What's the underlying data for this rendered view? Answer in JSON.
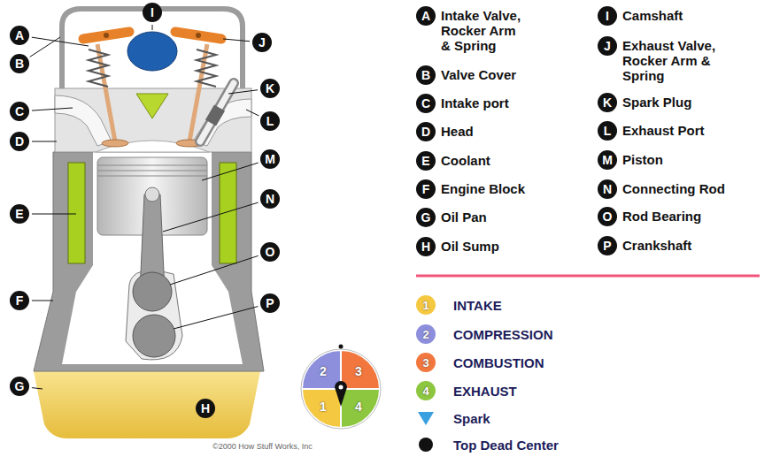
{
  "diagram": {
    "labels": [
      "A",
      "B",
      "C",
      "D",
      "E",
      "F",
      "G",
      "H",
      "I",
      "J",
      "K",
      "L",
      "M",
      "N",
      "O",
      "P",
      "A",
      "Intake Valve, Rocker Arm & Spring",
      "B",
      "Valve Cover",
      "C",
      "Intake port",
      "D",
      "Head",
      "E",
      "Coolant",
      "F",
      "Engine Block",
      "G",
      "Oil Pan",
      "H",
      "Oil Sump",
      "I",
      "Camshaft",
      "J",
      "Exhaust Valve, Rocker Arm & Spring",
      "K",
      "Spark Plug",
      "L",
      "Exhaust Port",
      "M",
      "Piston",
      "N",
      "Connecting Rod",
      "O",
      "Rod Bearing",
      "P",
      "Crankshaft",
      "2",
      "3",
      "4",
      "1",
      "1",
      "2",
      "3",
      "4",
      "©2000 How Stuff Works, Inc"
    ],
    "legend": [
      {
        "text": "INTAKE",
        "color": "#f5c842"
      },
      {
        "text": "COMPRESSION",
        "color": "#8d8fdc"
      },
      {
        "text": "COMBUSTION",
        "color": "#f2773f"
      },
      {
        "text": "EXHAUST",
        "color": "#8dc63f"
      },
      {
        "text": "Spark"
      },
      {
        "text": "Top Dead Center"
      }
    ]
  }
}
